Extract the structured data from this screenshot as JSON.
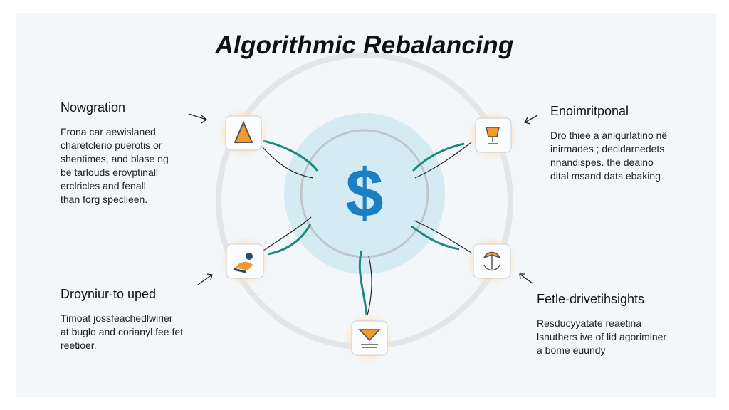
{
  "title": "Algorithmic Rebalancing",
  "center": {
    "symbol": "$",
    "icon": "dollar-icon"
  },
  "sections": [
    {
      "heading": "Nowgration",
      "body": "Frona car aewislaned\ncharetclerio puerotis or\nshentimes, and blase ng\nbe tarlouds erovptinall\nerclricles and fenall\nthan forg speclieen.",
      "icon": "weight-icon"
    },
    {
      "heading": "Enoimritponal",
      "body": "Dro thiee a anlqurlatino nê\ninirmades ; decidarnedets\nnnandispes. the  deaino\ndital msand dats ebaking",
      "icon": "trophy-icon"
    },
    {
      "heading": "Droуniur-to uped",
      "body": "Timoat jossfeachedlwirier\nat buglo and corianyl fee fet\nreetioer.",
      "icon": "person-icon"
    },
    {
      "heading": "Fetle-drivetihsights",
      "body": "Resducyуatate reaetina\nlsnuthers ive of lid agoriminer\na bome euundy",
      "icon": "balance-icon"
    }
  ],
  "bottom_node": {
    "icon": "funnel-icon"
  },
  "colors": {
    "accent": "#1a7fc4",
    "teal": "#1d8a7d",
    "orange": "#f39a2c",
    "center_fill": "#d5ebf4"
  }
}
